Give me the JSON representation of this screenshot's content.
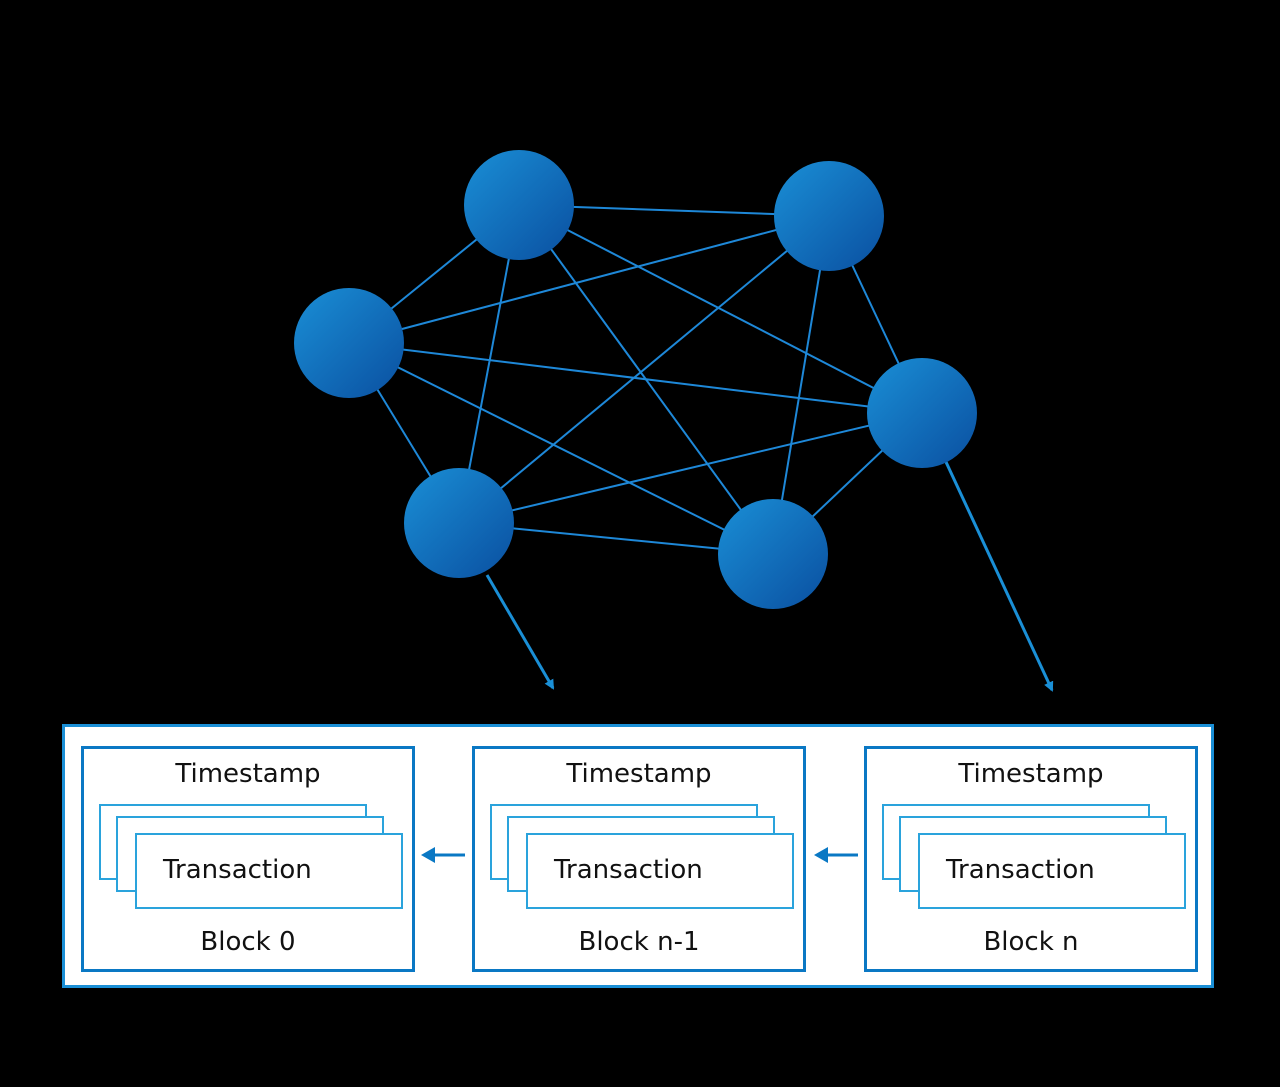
{
  "colors": {
    "background": "#000000",
    "node_fill_light": "#1a8fd6",
    "node_fill_dark": "#0a4fa0",
    "edge": "#1e88d8",
    "block_border": "#0a78c4",
    "card_border": "#2aa3dc"
  },
  "network": {
    "nodes": [
      {
        "id": "n1"
      },
      {
        "id": "n2"
      },
      {
        "id": "n3"
      },
      {
        "id": "n4"
      },
      {
        "id": "n5"
      },
      {
        "id": "n6"
      }
    ],
    "edges": [
      [
        "n1",
        "n2"
      ],
      [
        "n1",
        "n3"
      ],
      [
        "n1",
        "n4"
      ],
      [
        "n1",
        "n5"
      ],
      [
        "n1",
        "n6"
      ],
      [
        "n2",
        "n3"
      ],
      [
        "n2",
        "n4"
      ],
      [
        "n2",
        "n5"
      ],
      [
        "n2",
        "n6"
      ],
      [
        "n3",
        "n4"
      ],
      [
        "n3",
        "n5"
      ],
      [
        "n3",
        "n6"
      ],
      [
        "n4",
        "n5"
      ],
      [
        "n4",
        "n6"
      ],
      [
        "n5",
        "n6"
      ]
    ]
  },
  "blocks": [
    {
      "timestamp": "Timestamp",
      "transaction": "Transaction",
      "label": "Block 0"
    },
    {
      "timestamp": "Timestamp",
      "transaction": "Transaction",
      "label": "Block n-1"
    },
    {
      "timestamp": "Timestamp",
      "transaction": "Transaction",
      "label": "Block n"
    }
  ]
}
